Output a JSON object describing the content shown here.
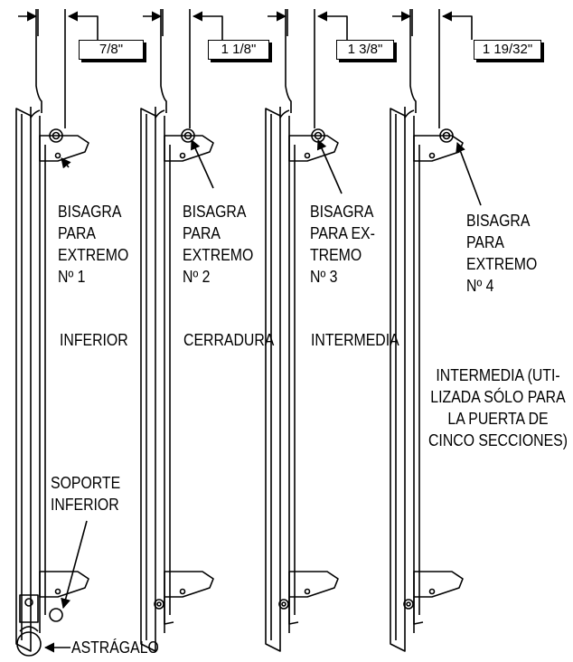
{
  "dimensions": [
    {
      "value": "7/8\""
    },
    {
      "value": "1 1/8\""
    },
    {
      "value": "1 3/8\""
    },
    {
      "value": "1 19/32\""
    }
  ],
  "hinge_labels": [
    {
      "text": "BISAGRA\nPARA\nEXTREMO\nNº 1"
    },
    {
      "text": "BISAGRA\nPARA\nEXTREMO\nNº 2"
    },
    {
      "text": "BISAGRA\nPARA EX-\nTREMO\nNº 3"
    },
    {
      "text": "BISAGRA\nPARA\nEXTREMO\nNº 4"
    }
  ],
  "section_labels": [
    {
      "text": "INFERIOR"
    },
    {
      "text": "CERRADURA"
    },
    {
      "text": "INTERMEDIA"
    },
    {
      "text": "INTERMEDIA (UTI-\nLIZADA SÓLO PARA\nLA PUERTA DE\nCINCO SECCIONES)"
    }
  ],
  "callouts": {
    "bottom_bracket": "SOPORTE\nINFERIOR",
    "astragal": "ASTRÁGALO"
  }
}
